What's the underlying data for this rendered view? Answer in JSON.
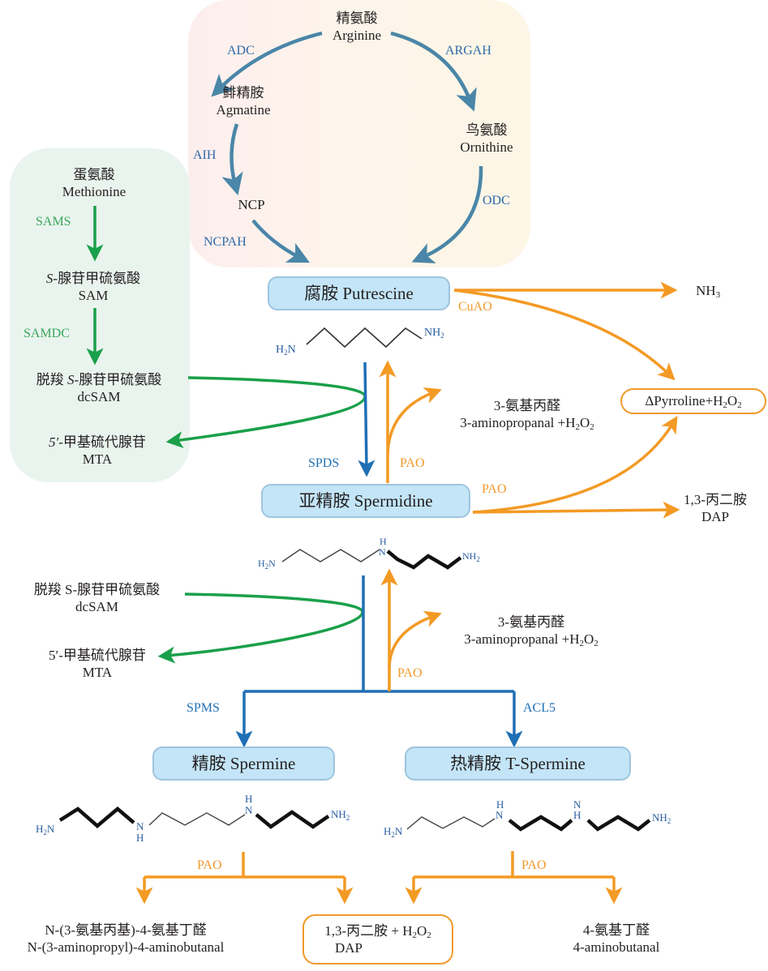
{
  "arginine_cycle": {
    "arginine": {
      "cn": "精氨酸",
      "en": "Arginine"
    },
    "agmatine": {
      "cn": "鲱精胺",
      "en": "Agmatine"
    },
    "ornithine": {
      "cn": "鸟氨酸",
      "en": "Ornithine"
    },
    "ncp": "NCP",
    "enzymes": {
      "adc": "ADC",
      "argah": "ARGAH",
      "aih": "AIH",
      "ncpah": "NCPAH",
      "odc": "ODC"
    }
  },
  "methionine_cycle": {
    "methionine": {
      "cn": "蛋氨酸",
      "en": "Methionine"
    },
    "sam": {
      "prefix": "S",
      "cn": "-腺苷甲硫氨酸",
      "en": "SAM"
    },
    "dcsam": {
      "cn_a": "脱羧 ",
      "prefix": "S",
      "cn_b": "-腺苷甲硫氨酸",
      "en": "dcSAM"
    },
    "mta": {
      "prefix": "5′",
      "cn": "-甲基硫代腺苷",
      "en": "MTA"
    },
    "enzymes": {
      "sams": "SAMS",
      "samdc": "SAMDC"
    }
  },
  "putrescine": {
    "label": "腐胺 Putrescine",
    "mol": {
      "left": "H",
      "left_sub": "2",
      "left_n": "N",
      "right": "NH",
      "right_sub": "2"
    }
  },
  "spermidine": {
    "label": "亚精胺 Spermidine",
    "mol": {
      "h": "H",
      "n": "N"
    }
  },
  "spermine": {
    "label": "精胺 Spermine"
  },
  "t_spermine": {
    "label": "热精胺 T-Spermine"
  },
  "second_dcsam": {
    "cn": "脱羧 S-腺苷甲硫氨酸",
    "en": "dcSAM"
  },
  "second_mta": {
    "cn": "5′-甲基硫代腺苷",
    "en": "MTA"
  },
  "enzymes": {
    "cuao": "CuAO",
    "spds": "SPDS",
    "pao": "PAO",
    "spms": "SPMS",
    "acl5": "ACL5"
  },
  "products": {
    "nh3": {
      "main": "NH",
      "sub": "3"
    },
    "pyrroline": {
      "main": "ΔPyrroline+H",
      "sub1": "2",
      "o": "O",
      "sub2": "2"
    },
    "aminopropanal": {
      "cn": "3-氨基丙醛",
      "en": "3-aminopropanal +H",
      "sub1": "2",
      "o": "O",
      "sub2": "2"
    },
    "dap": {
      "cn": "1,3-丙二胺",
      "en": "DAP"
    },
    "dap_h2o2": {
      "cn": "1,3-丙二胺 + H",
      "sub1": "2",
      "o": "O",
      "sub2": "2",
      "en": "DAP"
    },
    "napab": {
      "cn": "N-(3-氨基丙基)-4-氨基丁醛",
      "en": "N-(3-aminopropyl)-4-aminobutanal"
    },
    "aminobutanal": {
      "cn": "4-氨基丁醛",
      "en": "4-aminobutanal"
    }
  },
  "colors": {
    "blue_arrow": "#1f6fb5",
    "cycle_arrow": "#4a86a8",
    "green_arrow": "#1aa04a",
    "orange_arrow": "#f39a24",
    "box_fill": "#c3e5f7"
  }
}
